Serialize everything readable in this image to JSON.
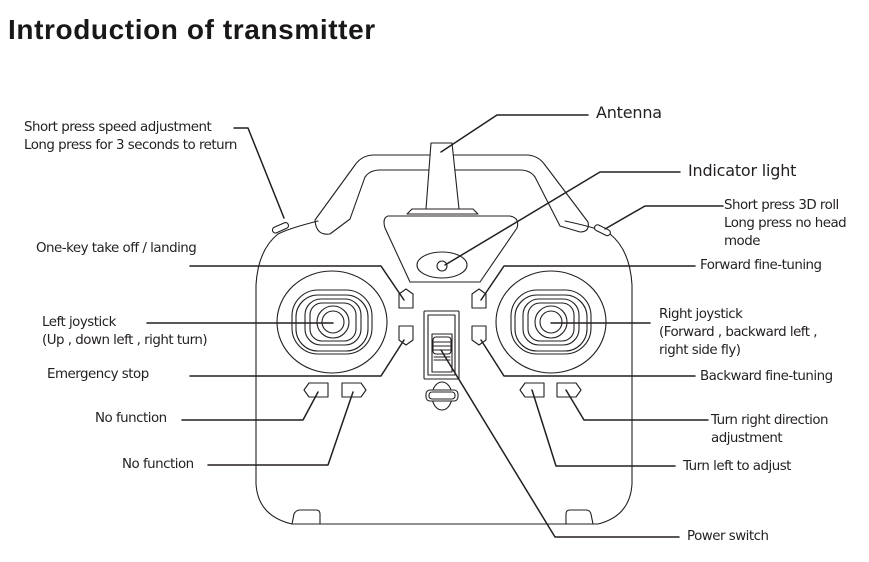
{
  "title": "Introduction of transmitter",
  "labels": {
    "speed": [
      "Short press speed adjustment",
      "Long press for 3 seconds to return"
    ],
    "takeoff": "One-key take off / landing",
    "left_joystick": [
      "Left joystick",
      "(Up , down left , right turn)"
    ],
    "emergency": "Emergency stop",
    "nofunc1": "No function",
    "nofunc2": "No function",
    "antenna": "Antenna",
    "indicator": "Indicator light",
    "roll": [
      "Short press 3D roll",
      "Long press no head",
      "mode"
    ],
    "forward_trim": "Forward fine-tuning",
    "right_joystick": [
      "Right joystick",
      "(Forward , backward left ,",
      " right side fly)"
    ],
    "backward_trim": "Backward fine-tuning",
    "turn_right": [
      "Turn right direction",
      "adjustment"
    ],
    "turn_left": "Turn left to adjust",
    "power": "Power switch"
  },
  "colors": {
    "ink": "#231f20",
    "background": "#ffffff"
  }
}
